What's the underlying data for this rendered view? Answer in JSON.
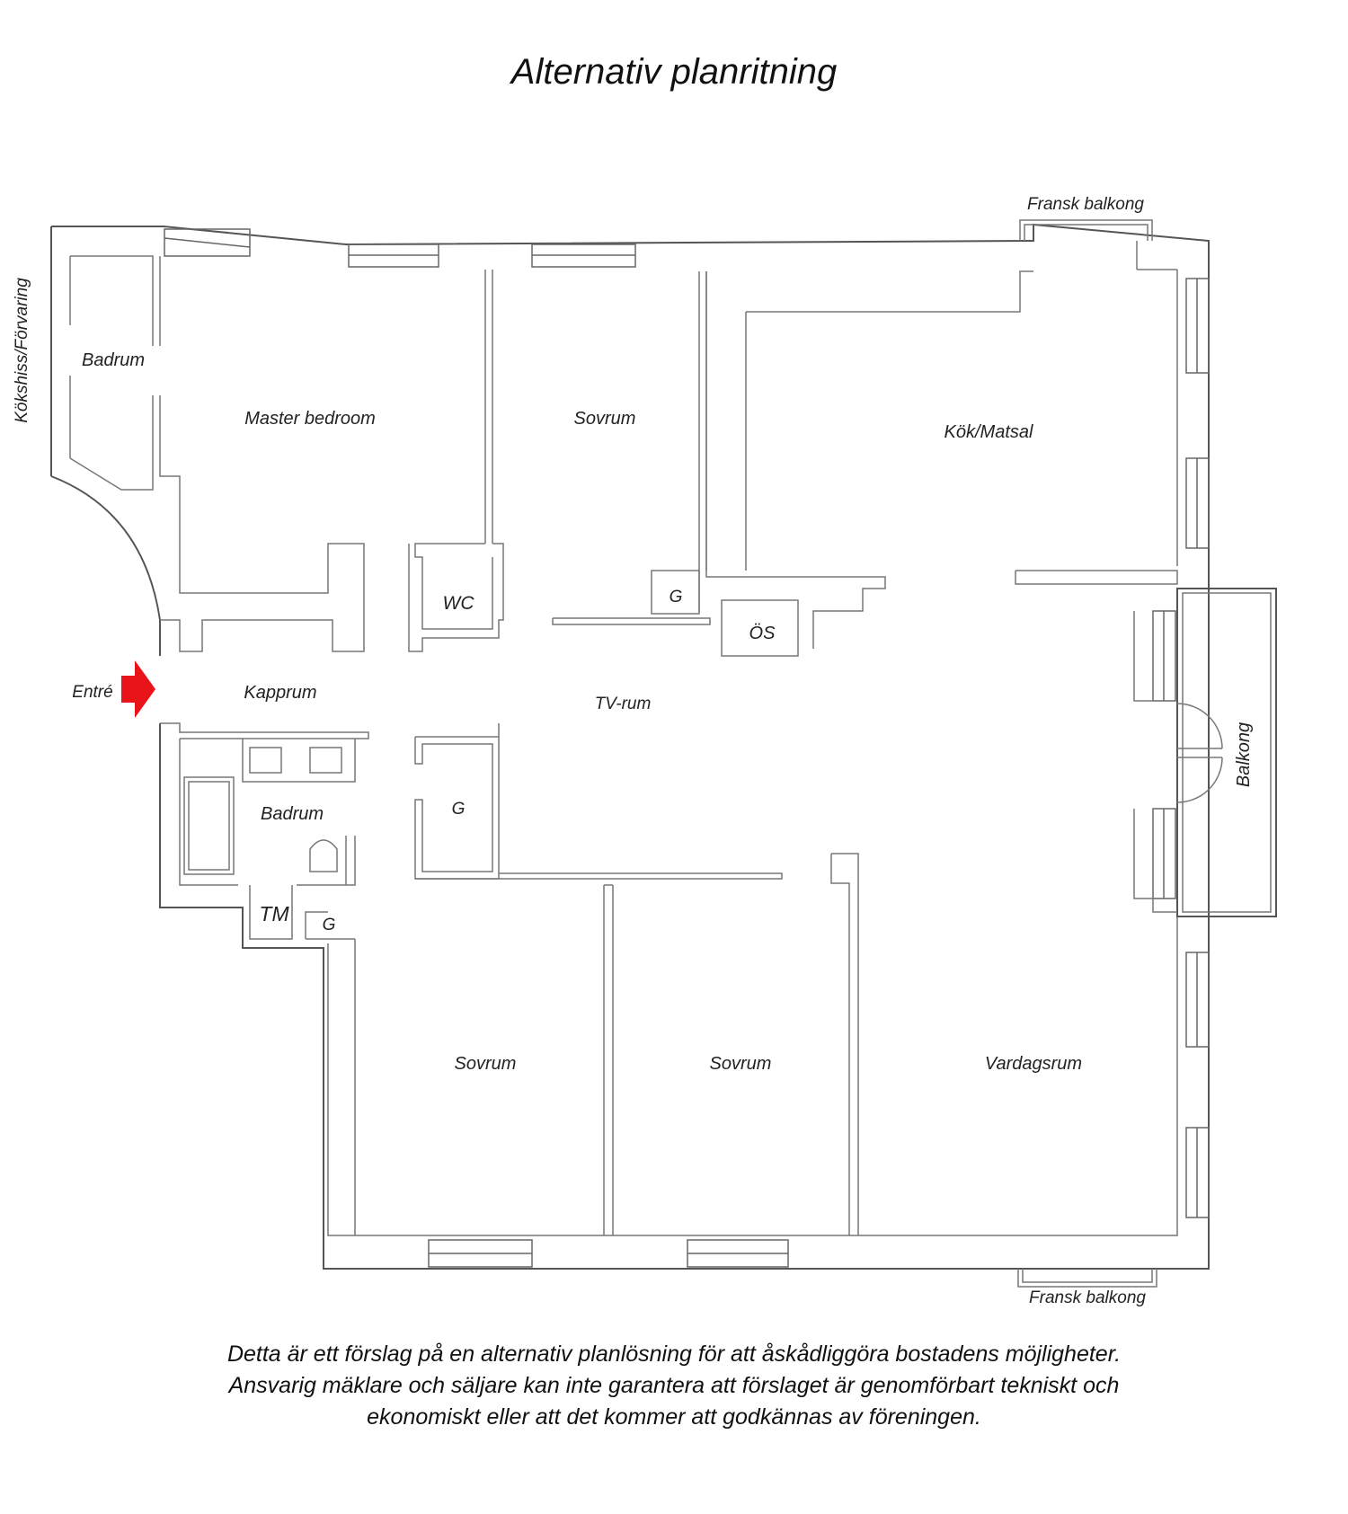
{
  "title": "Alternativ planritning",
  "rooms": {
    "badrum_upper": "Badrum",
    "master": "Master bedroom",
    "sovrum_top": "Sovrum",
    "kok": "Kök/Matsal",
    "wc": "WC",
    "g_top": "G",
    "os": "ÖS",
    "kapprum": "Kapprum",
    "tv": "TV-rum",
    "balkong": "Balkong",
    "badrum_lower": "Badrum",
    "g_mid": "G",
    "tm": "TM",
    "g_low": "G",
    "sovrum_left": "Sovrum",
    "sovrum_mid": "Sovrum",
    "vardagsrum": "Vardagsrum"
  },
  "side_label": "Kökshiss/Förvaring",
  "entre": "Entré",
  "fransk_top": "Fransk balkong",
  "fransk_bottom": "Fransk balkong",
  "disclaimer": {
    "line1": "Detta är ett förslag på en alternativ planlösning för att åskådliggöra bostadens möjligheter.",
    "line2": "Ansvarig mäklare och säljare kan inte garantera att förslaget är genomförbart tekniskt och",
    "line3": "ekonomiskt eller att det kommer att godkännas av föreningen."
  },
  "colors": {
    "entry_arrow": "#e8141a",
    "walls": "#555555"
  }
}
